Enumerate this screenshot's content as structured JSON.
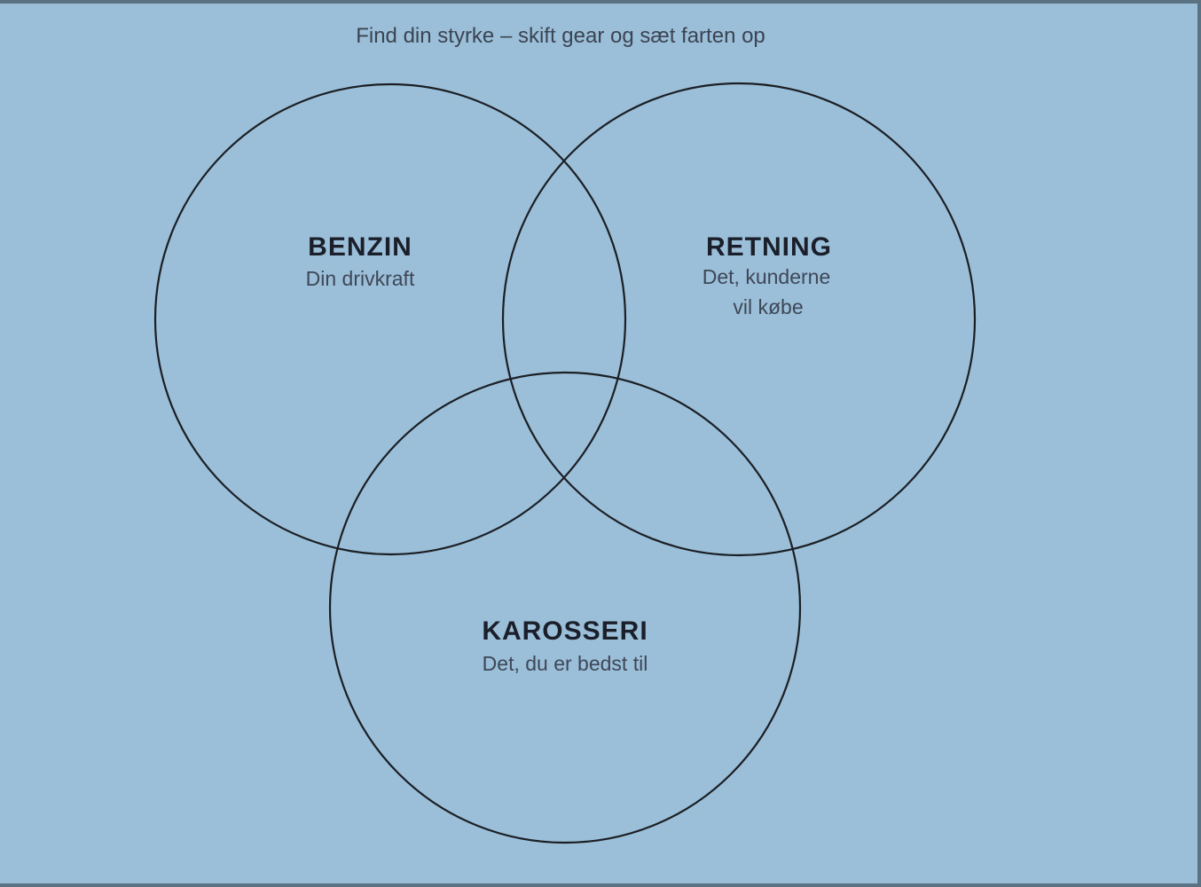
{
  "title": "Find din styrke – skift gear og sæt farten op",
  "circles": [
    {
      "heading": "BENZIN",
      "lines": [
        "Din drivkraft"
      ]
    },
    {
      "heading": "RETNING",
      "lines": [
        "Det, kunderne",
        "vil købe"
      ]
    },
    {
      "heading": "KAROSSERI",
      "lines": [
        "Det, du er bedst til"
      ]
    }
  ],
  "colors": {
    "background": "#9bbfd9",
    "frame": "#5b7282",
    "stroke": "#1b1f24"
  }
}
